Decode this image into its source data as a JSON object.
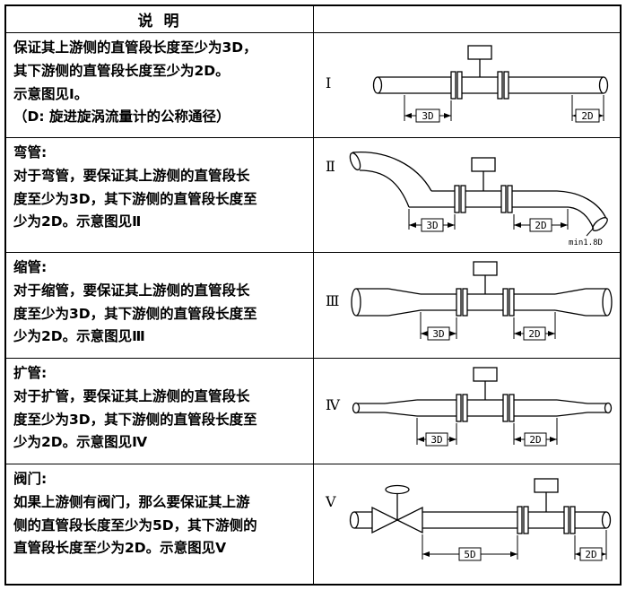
{
  "header": {
    "title": "说 明"
  },
  "rows": [
    {
      "text_lines": [
        "保证其上游侧的直管段长度至少为3D，",
        "其下游侧的直管段长度至少为2D。",
        "示意图见Ⅰ。",
        "（D: 旋进旋涡流量计的公称通径）"
      ],
      "diagram": {
        "label": "Ⅰ",
        "dim_up": "3D",
        "dim_down": "2D"
      }
    },
    {
      "text_lines": [
        "弯管:",
        "对于弯管，要保证其上游侧的直管段长",
        "度至少为3D，其下游侧的直管段长度至",
        "少为2D。示意图见Ⅱ"
      ],
      "diagram": {
        "label": "Ⅱ",
        "dim_up": "3D",
        "dim_down": "2D",
        "note": "min1.8D"
      }
    },
    {
      "text_lines": [
        "缩管:",
        "对于缩管，要保证其上游侧的直管段长",
        "度至少为3D，其下游侧的直管段长度至",
        "少为2D。示意图见Ⅲ"
      ],
      "diagram": {
        "label": "Ⅲ",
        "dim_up": "3D",
        "dim_down": "2D"
      }
    },
    {
      "text_lines": [
        "扩管:",
        "对于扩管，要保证其上游侧的直管段长",
        "度至少为3D，其下游侧的直管段长度至",
        "少为2D。示意图见Ⅳ"
      ],
      "diagram": {
        "label": "Ⅳ",
        "dim_up": "3D",
        "dim_down": "2D"
      }
    },
    {
      "text_lines": [
        "阀门:",
        "如果上游侧有阀门，那么要保证其上游",
        "侧的直管段长度至少为5D，其下游侧的",
        "直管段长度至少为2D。示意图见Ⅴ"
      ],
      "diagram": {
        "label": "Ⅴ",
        "dim_up": "5D",
        "dim_down": "2D"
      }
    }
  ]
}
